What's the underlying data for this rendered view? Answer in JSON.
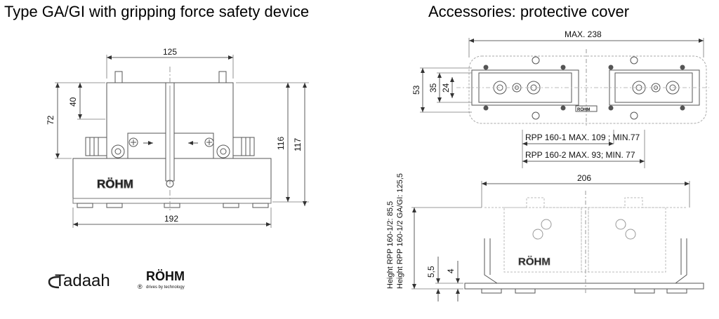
{
  "titles": {
    "left": "Type GA/GI with gripping force safety device",
    "right": "Accessories: protective cover"
  },
  "left_drawing": {
    "dim_top": "125",
    "dim_bottom": "192",
    "dim_left_outer": "72",
    "dim_left_inner": "40",
    "dim_right_inner": "116",
    "dim_right_outer": "117",
    "brand_label": "RÖHM"
  },
  "right_top_drawing": {
    "dim_width": "MAX. 238",
    "dim_53": "53",
    "dim_35": "35",
    "dim_24": "24",
    "note_rpp1": "RPP 160-1 MAX. 109 ; MIN.77",
    "note_rpp2": "RPP 160-2 MAX. 93; MIN. 77",
    "small_brand": "RÖHM"
  },
  "right_bottom_drawing": {
    "dim_width": "206",
    "height_note_1": "Height RPP 160-1/2: 85,5",
    "height_note_2": "Height RPP 160-1/2 GA/GI: 125,5",
    "dim_55": "5,5",
    "dim_4": "4",
    "brand_label": "RÖHM"
  },
  "logos": {
    "tadaah": "Tadaah",
    "registered": "®",
    "rohm": "RÖHM",
    "rohm_tagline": "drives by technology"
  },
  "colors": {
    "line": "#555555",
    "dim_line": "#333333",
    "logo_blue": "#1d4e9e"
  }
}
